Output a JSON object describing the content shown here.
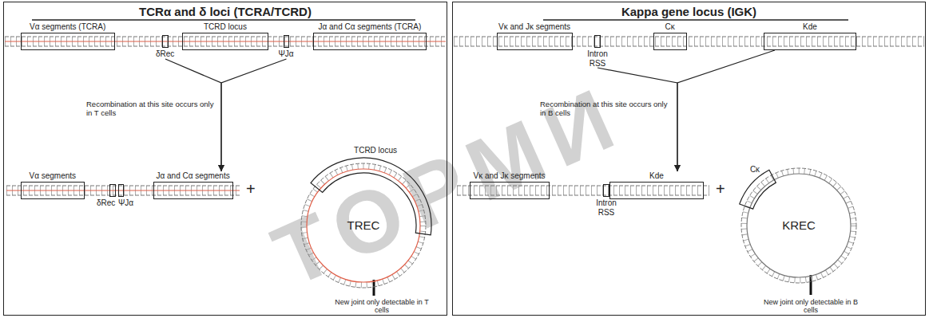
{
  "diagram": {
    "nodes": [
      {
        "text": [
          "TCRα and δ loci (TCRA/TCRD)"
        ]
      },
      {
        "text": [
          "Vα segments (TCRA)"
        ],
        "in": 0
      },
      {
        "text": [
          "δRec"
        ],
        "in": 0
      },
      {
        "text": [
          "TCRD locus"
        ],
        "in": 0
      },
      {
        "text": [
          "ΨJα"
        ],
        "in": 0
      },
      {
        "text": [
          "Jα and Cα segments (TCRA)"
        ],
        "in": 0
      },
      {
        "text": [
          "Vα segments"
        ],
        "in": 0
      },
      {
        "text": [
          "δRec"
        ],
        "in": 0
      },
      {
        "text": [
          "ΨJα"
        ],
        "in": 0
      },
      {
        "text": [
          "Jα and Cα segments"
        ],
        "in": 0
      },
      {
        "text": [
          "TREC"
        ],
        "in": 0
      },
      {
        "text": [
          "TCRD locus"
        ],
        "in": 10
      },
      {
        "text": [
          "Kappa gene locus (IGK)"
        ]
      },
      {
        "text": [
          "Vκ and Jκ segments"
        ],
        "in": 12
      },
      {
        "text": [
          "Intron RSS"
        ],
        "in": 12
      },
      {
        "text": [
          "Cκ"
        ],
        "in": 12
      },
      {
        "text": [
          "Kde"
        ],
        "in": 12
      },
      {
        "text": [
          "Vκ and Jκ segments"
        ],
        "in": 12
      },
      {
        "text": [
          "Intron RSS"
        ],
        "in": 12
      },
      {
        "text": [
          "Kde"
        ],
        "in": 12
      },
      {
        "text": [
          "KREC"
        ],
        "in": 12
      },
      {
        "text": [
          "Cκ"
        ],
        "in": 20
      }
    ],
    "edges": [
      {
        "from": 2,
        "to": 9,
        "arrow": "to"
      },
      {
        "from": 4,
        "to": 9,
        "arrow": "to"
      },
      {
        "from": 14,
        "to": 19,
        "arrow": "to"
      },
      {
        "from": 16,
        "to": 19,
        "arrow": "to"
      }
    ],
    "labels": [
      "Recombination at this site occurs only in T cells",
      "+",
      "New joint only detectable in T cells",
      "Recombination at this site occurs only in B cells",
      "+",
      "New joint only detectable in B cells",
      "ТОРМИ"
    ]
  }
}
